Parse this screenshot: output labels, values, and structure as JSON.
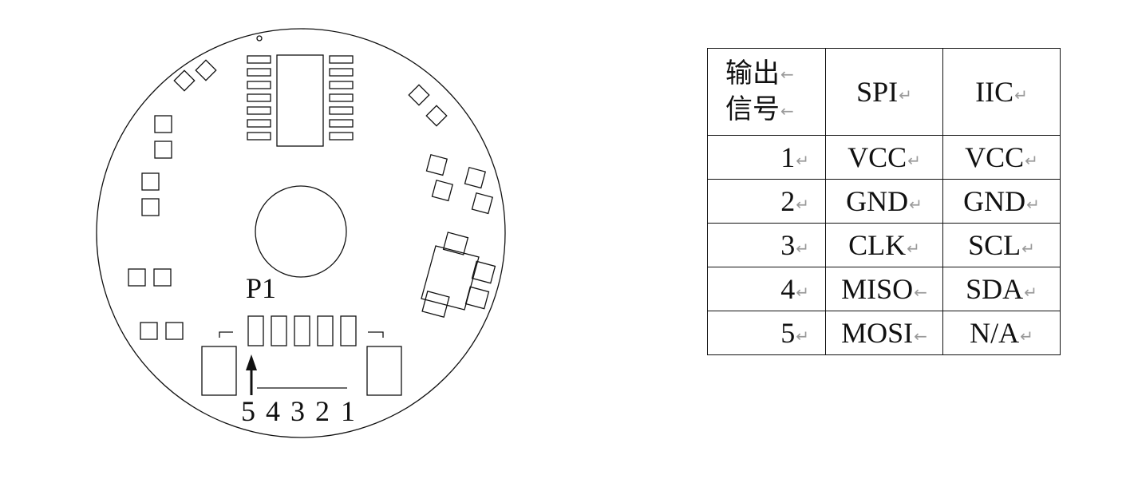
{
  "board": {
    "connector_label": "P1",
    "pin_numbers": [
      "5",
      "4",
      "3",
      "2",
      "1"
    ]
  },
  "table": {
    "header": {
      "signal_line1": "输出",
      "signal_line2": "信号",
      "spi": "SPI",
      "iic": "IIC"
    },
    "rows": [
      {
        "pin": "1",
        "spi": "VCC",
        "iic": "VCC"
      },
      {
        "pin": "2",
        "spi": "GND",
        "iic": "GND"
      },
      {
        "pin": "3",
        "spi": "CLK",
        "iic": "SCL"
      },
      {
        "pin": "4",
        "spi": "MISO",
        "iic": "SDA"
      },
      {
        "pin": "5",
        "spi": "MOSI",
        "iic": "N/A"
      }
    ],
    "return_mark": "↵",
    "arrow_mark": "←"
  },
  "colors": {
    "line": "#111111",
    "mark": "#9a9a9a",
    "background": "#ffffff"
  }
}
